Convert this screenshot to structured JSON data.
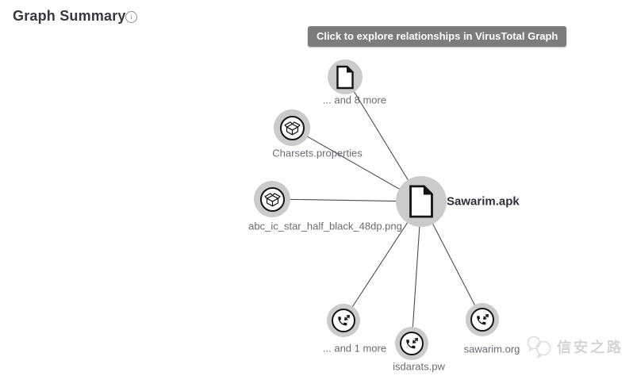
{
  "header": {
    "title": "Graph Summary"
  },
  "tooltip": {
    "text": "Click to explore relationships in VirusTotal Graph"
  },
  "graph": {
    "central_node": {
      "label": "Sawarim.apk",
      "icon": "file-icon"
    },
    "nodes": [
      {
        "label": "... and 8 more",
        "icon": "file-icon"
      },
      {
        "label": "Charsets.properties",
        "icon": "package-icon"
      },
      {
        "label": "abc_ic_star_half_black_48dp.png",
        "icon": "package-icon"
      },
      {
        "label": "... and 1 more",
        "icon": "phone-arrows-icon"
      },
      {
        "label": "isdarats.pw",
        "icon": "phone-arrows-icon"
      },
      {
        "label": "sawarim.org",
        "icon": "phone-arrows-icon"
      }
    ],
    "edges": [
      {
        "from": "Sawarim.apk",
        "to": "... and 8 more"
      },
      {
        "from": "Sawarim.apk",
        "to": "Charsets.properties"
      },
      {
        "from": "Sawarim.apk",
        "to": "abc_ic_star_half_black_48dp.png"
      },
      {
        "from": "Sawarim.apk",
        "to": "... and 1 more"
      },
      {
        "from": "Sawarim.apk",
        "to": "isdarats.pw"
      },
      {
        "from": "Sawarim.apk",
        "to": "sawarim.org"
      }
    ]
  },
  "watermark": {
    "text": "信安之路"
  },
  "colors": {
    "node_halo": "#cbcbcb",
    "edge": "#4d4d4d",
    "label": "#6a6a75",
    "tooltip_bg": "#7c7c7c",
    "icon_ink": "#141414"
  }
}
